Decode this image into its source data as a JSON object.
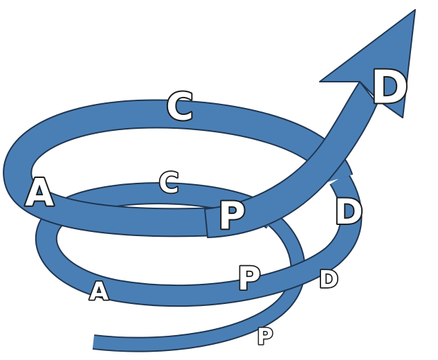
{
  "diagram": {
    "colors": {
      "ribbon": "#4a7fb5",
      "outline": "#1f3550",
      "label_fill": "#ffffff",
      "label_outline": "#1a1a1a"
    },
    "labels": {
      "top_c": "C",
      "top_a": "A",
      "top_p": "P",
      "top_d": "D",
      "arrow_d": "D",
      "mid_c": "C",
      "mid_a": "A",
      "mid_p": "P",
      "mid_d": "D",
      "bot_p": "P"
    }
  }
}
